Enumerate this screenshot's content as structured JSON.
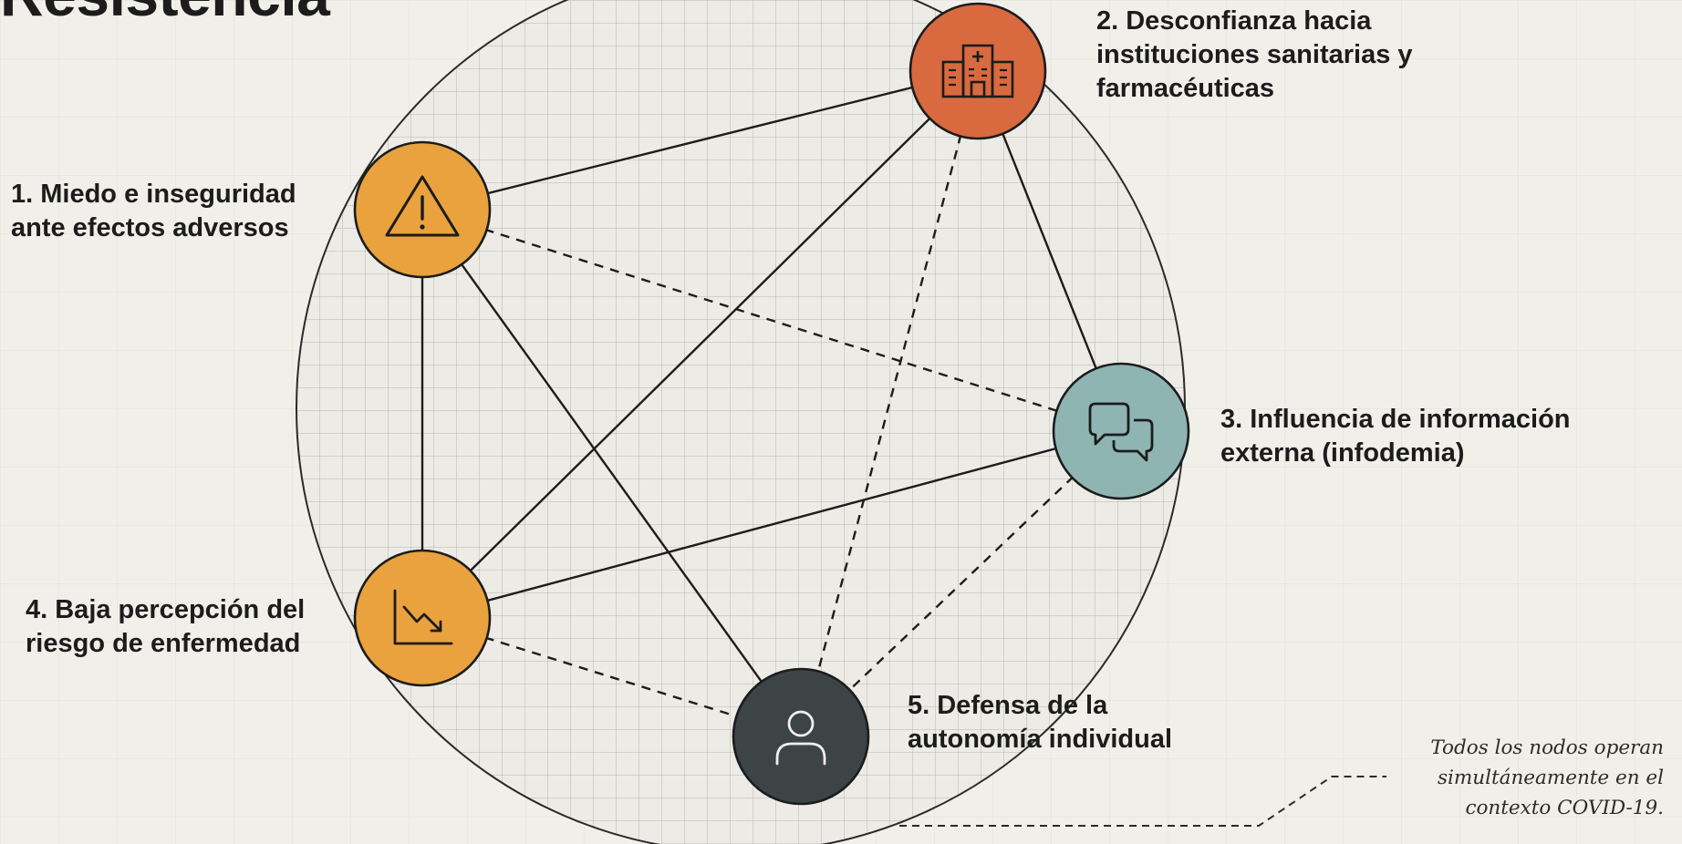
{
  "title": "Resistencia",
  "nodes": [
    {
      "id": 1,
      "lines": [
        "1. Miedo e inseguridad",
        "ante efectos adversos"
      ],
      "icon": "warning-triangle-icon",
      "color": "#e9a23e"
    },
    {
      "id": 2,
      "lines": [
        "2. Desconfianza hacia",
        "instituciones sanitarias y",
        "farmacéuticas"
      ],
      "icon": "hospital-building-icon",
      "color": "#d9693f"
    },
    {
      "id": 3,
      "lines": [
        "3. Influencia de información",
        "externa (infodemia)"
      ],
      "icon": "chat-bubbles-icon",
      "color": "#8fb5b3"
    },
    {
      "id": 4,
      "lines": [
        "4. Baja percepción del",
        "riesgo de enfermedad"
      ],
      "icon": "trend-down-chart-icon",
      "color": "#e9a23e"
    },
    {
      "id": 5,
      "lines": [
        "5. Defensa de la",
        "autonomía individual"
      ],
      "icon": "person-icon",
      "color": "#3c4446"
    }
  ],
  "edges": [
    {
      "from": 1,
      "to": 2,
      "style": "solid"
    },
    {
      "from": 1,
      "to": 3,
      "style": "dashed"
    },
    {
      "from": 1,
      "to": 4,
      "style": "solid"
    },
    {
      "from": 1,
      "to": 5,
      "style": "solid"
    },
    {
      "from": 2,
      "to": 3,
      "style": "solid"
    },
    {
      "from": 2,
      "to": 4,
      "style": "solid"
    },
    {
      "from": 2,
      "to": 5,
      "style": "dashed"
    },
    {
      "from": 3,
      "to": 4,
      "style": "solid"
    },
    {
      "from": 3,
      "to": 5,
      "style": "dashed"
    },
    {
      "from": 4,
      "to": 5,
      "style": "dashed"
    }
  ],
  "note": "Todos los nodos operan simultáneamente en el contexto COVID-19.",
  "colors": {
    "background": "#f1efea",
    "line": "#1c1c1c",
    "grid": "#c9c6bf"
  }
}
